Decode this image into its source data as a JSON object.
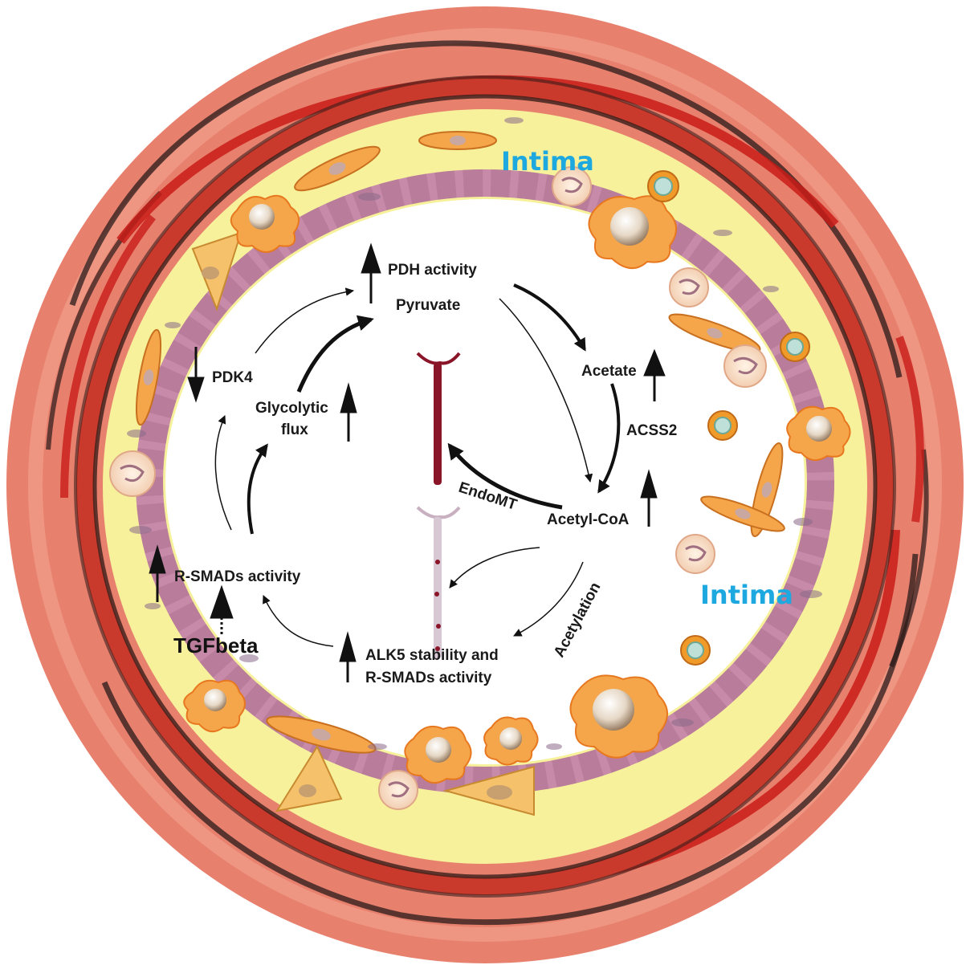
{
  "labels": {
    "pdh_activity": "PDH activity",
    "pyruvate": "Pyruvate",
    "acetate": "Acetate",
    "acss2": "ACSS2",
    "acetyl_coa": "Acetyl-CoA",
    "acetylation": "Acetylation",
    "alk5_line1": "ALK5 stability and",
    "alk5_line2": "R-SMADs activity",
    "r_smads": "R-SMADs activity",
    "tgfbeta": "TGFbeta",
    "pdk4": "PDK4",
    "glycolytic_line1": "Glycolytic",
    "glycolytic_line2": "flux",
    "endomt": "EndoMT",
    "intima_top": "Intima",
    "intima_right": "Intima"
  },
  "colors": {
    "adventitia": "#e8806e",
    "adventitia_dark": "#d85a48",
    "media_band": "#c93a2c",
    "intima_yellow": "#f6f19a",
    "endothelium": "#c78aa8",
    "lumen": "#ffffff",
    "cell_orange": "#f5a64a",
    "intima_text": "#1ea8e0"
  }
}
